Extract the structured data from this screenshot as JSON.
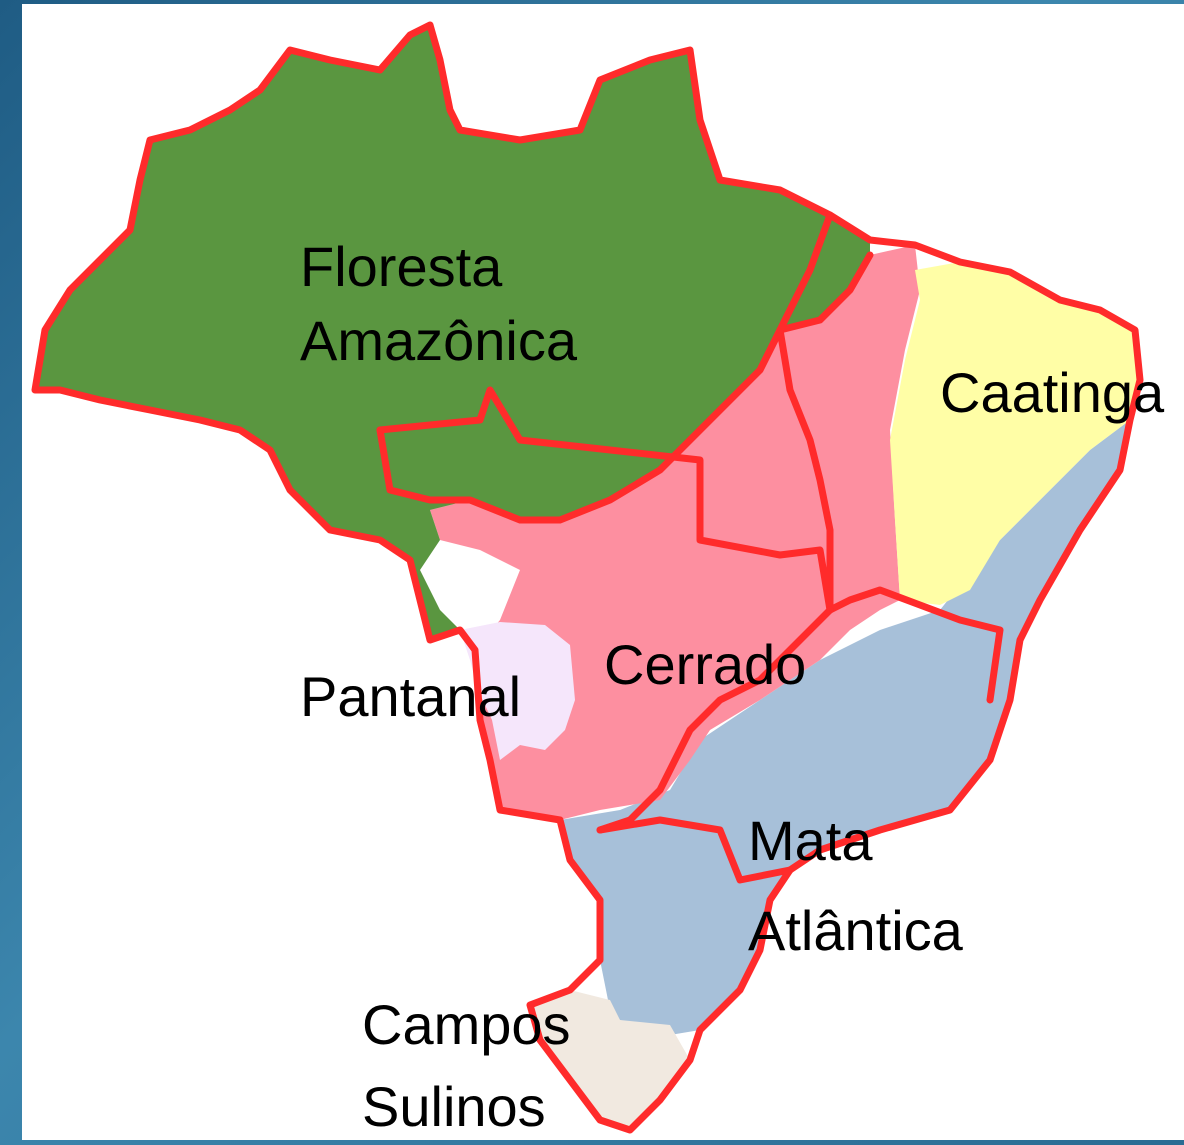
{
  "colors": {
    "amazonia": "#5a9640",
    "cerrado": "#fd8fa0",
    "caatinga": "#fffea6",
    "pantanal": "#f5e6fb",
    "mata_atlantica": "#a7c0d9",
    "campos_sulinos": "#f1e9e0",
    "border": "#ff2b2b",
    "background": "#2b6a8e"
  },
  "labels": {
    "floresta_amazonica_line1": "Floresta",
    "floresta_amazonica_line2": "Amazônica",
    "caatinga": "Caatinga",
    "cerrado": "Cerrado",
    "pantanal": "Pantanal",
    "mata_atlantica_line1": "Mata",
    "mata_atlantica_line2": "Atlântica",
    "campos_sulinos_line1": "Campos",
    "campos_sulinos_line2": "Sulinos"
  }
}
